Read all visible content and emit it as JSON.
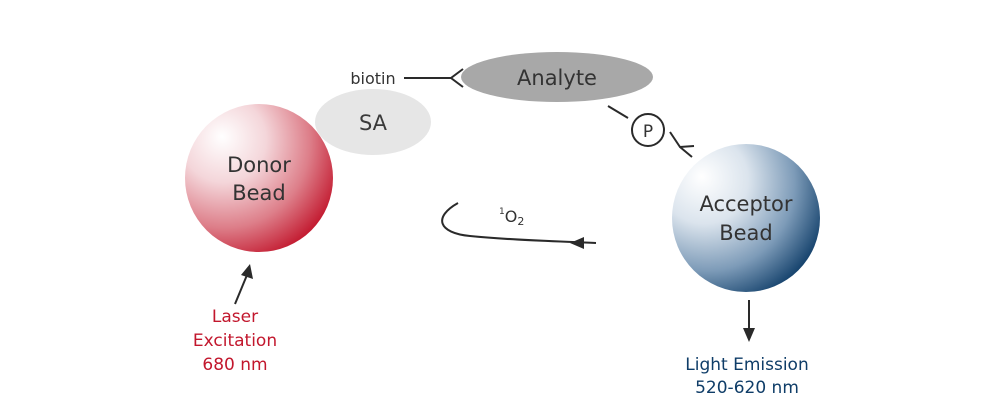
{
  "diagram": {
    "donor_bead": {
      "line1": "Donor",
      "line2": "Bead"
    },
    "acceptor_bead": {
      "line1": "Acceptor",
      "line2": "Bead"
    },
    "sa": {
      "label": "SA"
    },
    "analyte": {
      "label": "Analyte"
    },
    "biotin": {
      "label": "biotin"
    },
    "phosphate": {
      "label": "P"
    },
    "singlet_oxygen": {
      "superscript": "1",
      "symbol": "O",
      "subscript": "2"
    },
    "laser": {
      "line1": "Laser",
      "line2": "Excitation",
      "line3": "680 nm"
    },
    "emission": {
      "line1": "Light Emission",
      "line2": "520-620 nm"
    }
  },
  "colors": {
    "donor": "#c2172d",
    "acceptor": "#0f3d68",
    "analyte_fill": "#a8a8a8",
    "sa_fill": "#e6e6e6",
    "line": "#2a2a2a",
    "text": "#333333"
  }
}
